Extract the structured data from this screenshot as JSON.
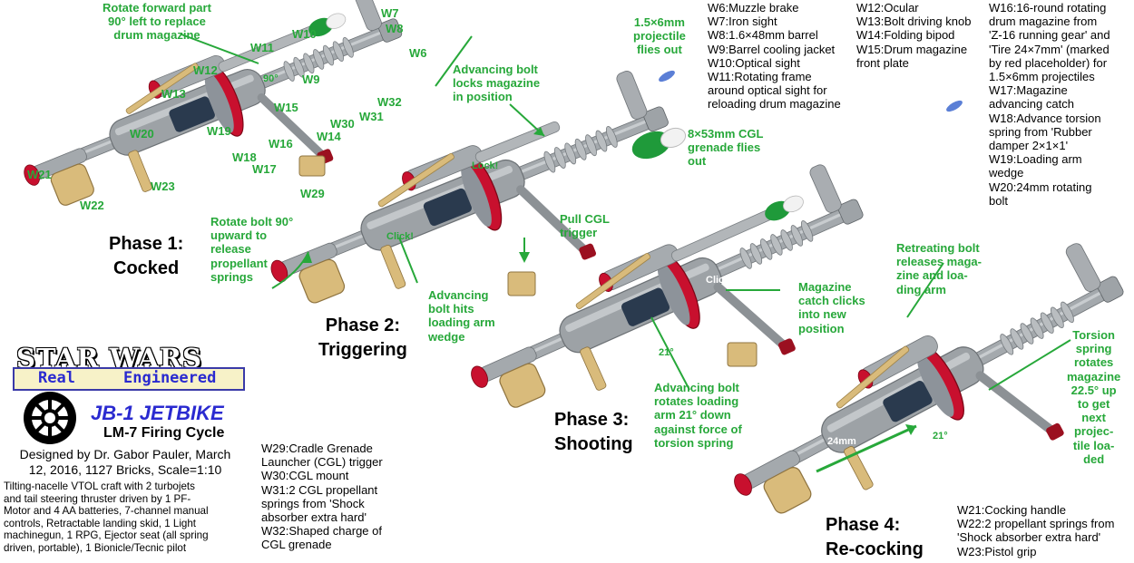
{
  "header_labels": {
    "rotate_forward": "Rotate forward part\n90° left to replace\ndrum magazine",
    "projectile_flies": "1.5×6mm\nprojectile\nflies out",
    "bolt_locks": "Advancing bolt\nlocks magazine\nin position",
    "grenade_flies": "8×53mm CGL\ngrenade flies\nout",
    "lock": "Lock!",
    "click_2": "Click!",
    "click_3": "Click!",
    "rotate_bolt": "Rotate bolt 90°\nupward to\nrelease\npropellant\nsprings",
    "angle_90_top": "90°",
    "angle_90_bottom": "90°",
    "pull_cgl": "Pull CGL\ntrigger",
    "bolt_hits": "Advancing\nbolt hits\nloading arm\nwedge",
    "retreating_bolt": "Retreating bolt\nreleases maga-\nzine and loa-\nding arm",
    "magazine_catch": "Magazine\ncatch clicks\ninto new\nposition",
    "bolt_rotates_arm": "Advancing bolt\nrotates loading\narm 21° down\nagainst force of\ntorsion spring",
    "angle_21_p3": "21°",
    "angle_21_p4": "21°",
    "angle_22": "22.5°",
    "dim_24mm": "24mm",
    "torsion_spring": "Torsion\nspring\nrotates\nmagazine\n22.5° up\nto get\nnext\nprojec-\ntile loa-\nded"
  },
  "part_tags": {
    "w6": "W6",
    "w7": "W7",
    "w8": "W8",
    "w9": "W9",
    "w10": "W10",
    "w11": "W11",
    "w12": "W12",
    "w13": "W13",
    "w14": "W14",
    "w15": "W15",
    "w16": "W16",
    "w17": "W17",
    "w18": "W18",
    "w19": "W19",
    "w20": "W20",
    "w21": "W21",
    "w22": "W22",
    "w23": "W23",
    "w29": "W29",
    "w30": "W30",
    "w31": "W31",
    "w32": "W32"
  },
  "phases": {
    "p1": "Phase 1:\nCocked",
    "p2": "Phase 2:\nTriggering",
    "p3": "Phase 3:\nShooting",
    "p4": "Phase 4:\nRe-cocking"
  },
  "legend": {
    "col1": "W6:Muzzle brake\nW7:Iron sight\nW8:1.6×48mm barrel\nW9:Barrel cooling jacket\nW10:Optical sight\nW11:Rotating frame\naround optical sight for\nreloading drum magazine",
    "col2": "W12:Ocular\nW13:Bolt driving knob\nW14:Folding bipod\nW15:Drum magazine\nfront plate",
    "col3": "W16:16-round rotating\ndrum magazine from\n'Z-16 running gear' and\n'Tire 24×7mm' (marked\nby red placeholder) for\n1.5×6mm projectiles\nW17:Magazine\nadvancing catch\nW18:Advance torsion\nspring from 'Rubber\ndamper 2×1×1'\nW19:Loading arm\nwedge\nW20:24mm rotating\nbolt",
    "bottom_mid": "W29:Cradle Grenade\nLauncher (CGL) trigger\nW30:CGL mount\nW31:2 CGL propellant\nsprings from 'Shock\nabsorber extra hard'\nW32:Shaped charge of\nCGL grenade",
    "bottom_right": "W21:Cocking handle\nW22:2 propellant springs from\n'Shock absorber extra hard'\nW23:Pistol grip"
  },
  "logo": {
    "star_wars": "STAR WARS",
    "real": "Real",
    "engineered": "Engineered"
  },
  "title": {
    "name": "JB-1 JETBIKE",
    "subtitle": "LM-7 Firing Cycle",
    "designed": "Designed by Dr. Gabor Pauler, March\n12, 2016, 1127 Bricks, Scale=1:10",
    "description": "Tilting-nacelle VTOL craft with 2 turbojets\nand tail steering thruster driven by 1 PF-\nMotor and 4 AA batteries, 7-channel manual\ncontrols, Retractable landing skid, 1 Light\nmachinegun, 1 RPG, Ejector seat (all spring\ndriven, portable), 1 Bionicle/Tecnic pilot"
  },
  "colors": {
    "annotation_green": "#27a83a",
    "part_gray": "#a0a5a9",
    "magazine_red": "#c8102e",
    "tan": "#d9bb7b",
    "dark_blue": "#2a3a4e",
    "title_blue": "#2a2ad0"
  }
}
